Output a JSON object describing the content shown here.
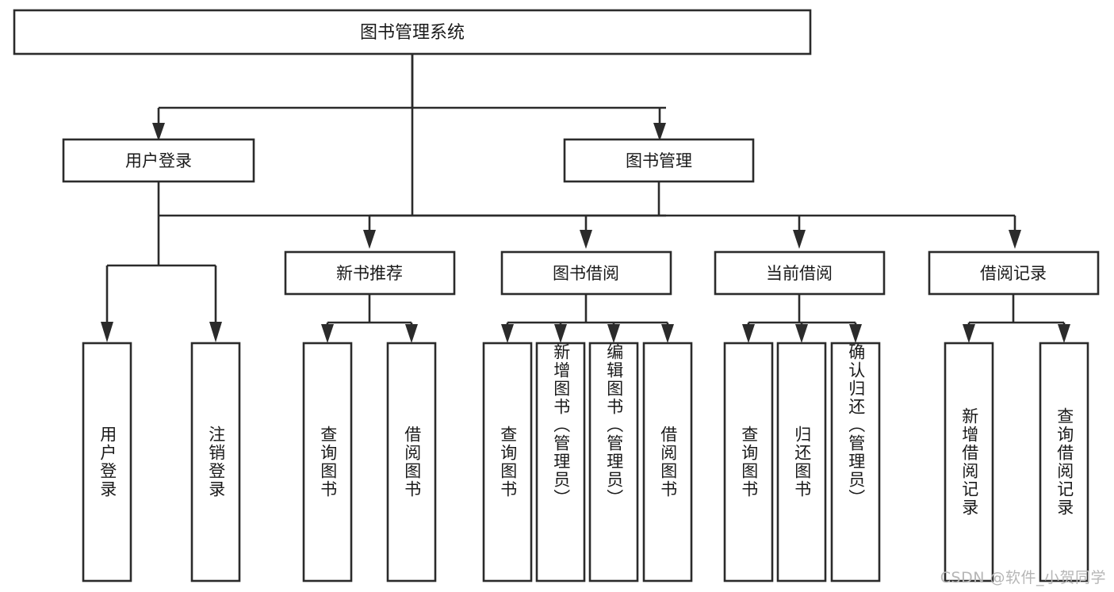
{
  "diagram": {
    "title": "图书管理系统",
    "type": "tree-hierarchy-chart",
    "root": {
      "label": "图书管理系统"
    },
    "level2": [
      {
        "label": "用户登录"
      },
      {
        "label": "图书管理"
      }
    ],
    "level3": [
      {
        "label": "新书推荐"
      },
      {
        "label": "图书借阅"
      },
      {
        "label": "当前借阅"
      },
      {
        "label": "借阅记录"
      }
    ],
    "leaves": {
      "user_login": [
        {
          "label": "用户登录"
        },
        {
          "label": "注销登录"
        }
      ],
      "new_book_recommend": [
        {
          "label": "查询图书"
        },
        {
          "label": "借阅图书"
        }
      ],
      "book_borrow": [
        {
          "label": "查询图书"
        },
        {
          "label": "新增图书（管理员）"
        },
        {
          "label": "编辑图书（管理员）"
        },
        {
          "label": "借阅图书"
        }
      ],
      "current_borrow": [
        {
          "label": "查询图书"
        },
        {
          "label": "归还图书"
        },
        {
          "label": "确认归还（管理员）"
        }
      ],
      "borrow_record": [
        {
          "label": "新增借阅记录"
        },
        {
          "label": "查询借阅记录"
        }
      ]
    }
  },
  "watermark": {
    "text": "CSDN @软件_小贺同学"
  },
  "colors": {
    "border": "#2b2b2b",
    "background": "#ffffff",
    "text": "#1a1a1a",
    "watermark": "#b6b6b6"
  }
}
